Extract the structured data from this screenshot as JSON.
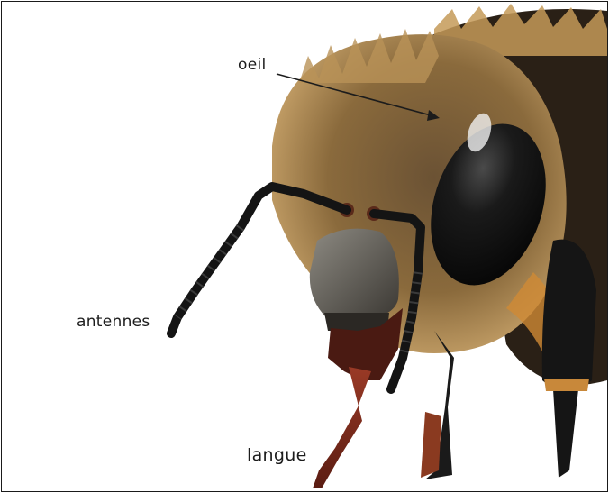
{
  "labels": {
    "eye": "oeil",
    "antennae": "antennes",
    "tongue": "langue"
  },
  "colors": {
    "border": "#1a1a1a",
    "fur": "#8a6a3c",
    "fur_light": "#c8a36a",
    "chitin": "#141414",
    "tongue": "#7a2a1c"
  }
}
